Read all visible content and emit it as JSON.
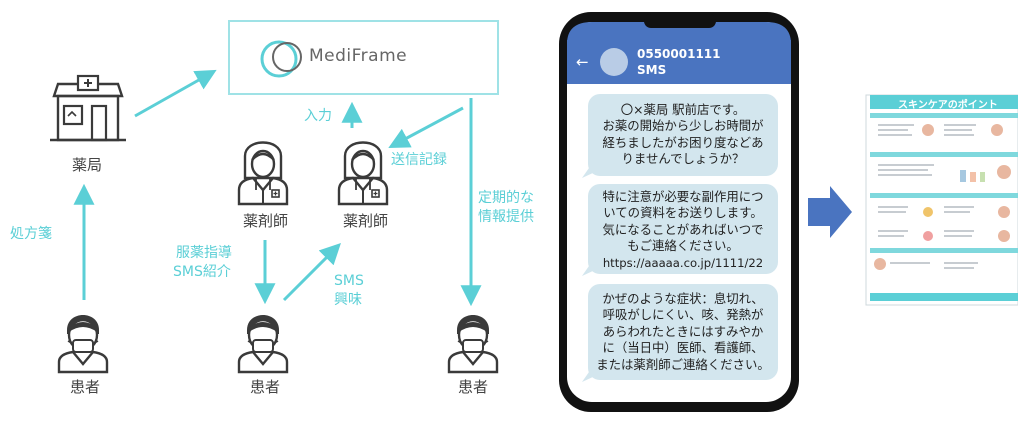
{
  "logo": {
    "brand": "MediFrame"
  },
  "nodes": {
    "pharmacy": "薬局",
    "pharmacist_1": "薬剤師",
    "pharmacist_2": "薬剤師",
    "patient_left": "患者",
    "patient_mid": "患者",
    "patient_right": "患者"
  },
  "edge_labels": {
    "input": "入力",
    "sent_record": "送信記録",
    "prescription": "処方箋",
    "guidance_line1": "服薬指導",
    "guidance_line2": "SMS紹介",
    "sms_interest_line1": "SMS",
    "sms_interest_line2": "興味",
    "periodic_line1": "定期的な",
    "periodic_line2": "情報提供"
  },
  "phone": {
    "contact_number": "0550001111",
    "contact_type": "SMS",
    "back_glyph": "←",
    "messages": [
      [
        "〇×薬局 駅前店です。",
        "お薬の開始から少しお時間が",
        "経ちましたがお困り度などあ",
        "りませんでしょうか？"
      ],
      [
        "特に注意が必要な副作用につ",
        "いての資料をお送りします。",
        "気になることがあればいつで",
        "もご連絡ください。",
        "https://aaaaa.co.jp/1111/22"
      ],
      [
        "かぜのような症状：息切れ、",
        "呼吸がしにくい、咳、発熱が",
        "あらわれたときにはすみやか",
        "に（当日中）医師、看護師、",
        "または薬剤師ご連絡ください。"
      ]
    ]
  },
  "document": {
    "title": "スキンケアのポイント"
  },
  "colors": {
    "teal": "#5bcfd6",
    "header_blue": "#4a74c0",
    "bubble": "#d3e6ee",
    "arrow_blue": "#4a74c0",
    "icon_dark": "#3a3a3a"
  }
}
